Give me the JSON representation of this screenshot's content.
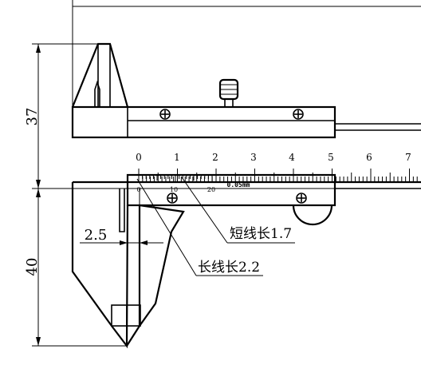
{
  "dimensions": {
    "upper_jaw": "37",
    "lower_jaw": "40",
    "tip_offset": "2.5"
  },
  "main_scale": {
    "labels": [
      "0",
      "1",
      "2",
      "3",
      "4",
      "5",
      "6",
      "7"
    ]
  },
  "vernier_scale": {
    "labels": [
      "0",
      "10",
      "20"
    ],
    "precision": "0.05mm"
  },
  "annotations": {
    "short_line": "短线长1.7",
    "long_line": "长线长2.2"
  }
}
